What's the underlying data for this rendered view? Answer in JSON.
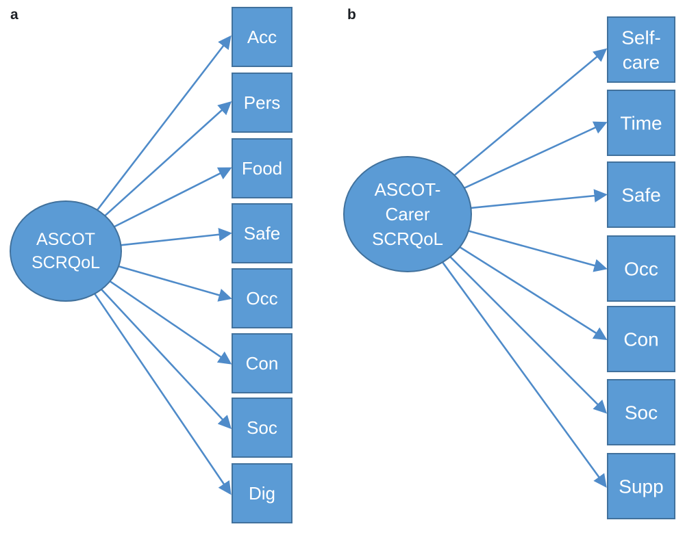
{
  "figure": {
    "type": "factor-diagram",
    "background": "#ffffff",
    "node_fill": "#5b9bd5",
    "node_border": "#41719c",
    "arrow_color": "#4f8bc9",
    "node_text_color": "#ffffff",
    "panel_label_color": "#1b1f24",
    "panels": [
      {
        "id": "a",
        "label": "a",
        "latent": {
          "name": "ASCOT SCRQoL",
          "lines": [
            "ASCOT",
            "SCRQoL"
          ]
        },
        "indicators": [
          {
            "label": "Acc",
            "lines": [
              "Acc"
            ]
          },
          {
            "label": "Pers",
            "lines": [
              "Pers"
            ]
          },
          {
            "label": "Food",
            "lines": [
              "Food"
            ]
          },
          {
            "label": "Safe",
            "lines": [
              "Safe"
            ]
          },
          {
            "label": "Occ",
            "lines": [
              "Occ"
            ]
          },
          {
            "label": "Con",
            "lines": [
              "Con"
            ]
          },
          {
            "label": "Soc",
            "lines": [
              "Soc"
            ]
          },
          {
            "label": "Dig",
            "lines": [
              "Dig"
            ]
          }
        ],
        "edges": [
          {
            "from": "ASCOT SCRQoL",
            "to": "Acc"
          },
          {
            "from": "ASCOT SCRQoL",
            "to": "Pers"
          },
          {
            "from": "ASCOT SCRQoL",
            "to": "Food"
          },
          {
            "from": "ASCOT SCRQoL",
            "to": "Safe"
          },
          {
            "from": "ASCOT SCRQoL",
            "to": "Occ"
          },
          {
            "from": "ASCOT SCRQoL",
            "to": "Con"
          },
          {
            "from": "ASCOT SCRQoL",
            "to": "Soc"
          },
          {
            "from": "ASCOT SCRQoL",
            "to": "Dig"
          }
        ]
      },
      {
        "id": "b",
        "label": "b",
        "latent": {
          "name": "ASCOT-Carer SCRQoL",
          "lines": [
            "ASCOT-",
            "Carer",
            "SCRQoL"
          ]
        },
        "indicators": [
          {
            "label": "Self-care",
            "lines": [
              "Self-",
              "care"
            ]
          },
          {
            "label": "Time",
            "lines": [
              "Time"
            ]
          },
          {
            "label": "Safe",
            "lines": [
              "Safe"
            ]
          },
          {
            "label": "Occ",
            "lines": [
              "Occ"
            ]
          },
          {
            "label": "Con",
            "lines": [
              "Con"
            ]
          },
          {
            "label": "Soc",
            "lines": [
              "Soc"
            ]
          },
          {
            "label": "Supp",
            "lines": [
              "Supp"
            ]
          }
        ],
        "edges": [
          {
            "from": "ASCOT-Carer SCRQoL",
            "to": "Self-care"
          },
          {
            "from": "ASCOT-Carer SCRQoL",
            "to": "Time"
          },
          {
            "from": "ASCOT-Carer SCRQoL",
            "to": "Safe"
          },
          {
            "from": "ASCOT-Carer SCRQoL",
            "to": "Occ"
          },
          {
            "from": "ASCOT-Carer SCRQoL",
            "to": "Con"
          },
          {
            "from": "ASCOT-Carer SCRQoL",
            "to": "Soc"
          },
          {
            "from": "ASCOT-Carer SCRQoL",
            "to": "Supp"
          }
        ]
      }
    ]
  }
}
